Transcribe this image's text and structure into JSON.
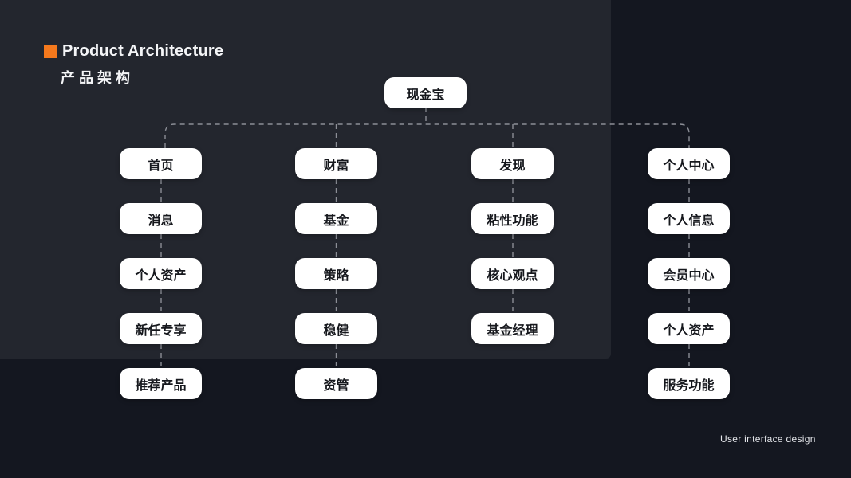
{
  "header": {
    "title_en": "Product Architecture",
    "title_zh": "产品架构"
  },
  "tree": {
    "root": "现金宝",
    "columns": [
      {
        "nodes": [
          "首页",
          "消息",
          "个人资产",
          "新任专享",
          "推荐产品"
        ]
      },
      {
        "nodes": [
          "财富",
          "基金",
          "策略",
          "稳健",
          "资管"
        ]
      },
      {
        "nodes": [
          "发现",
          "粘性功能",
          "核心观点",
          "基金经理"
        ]
      },
      {
        "nodes": [
          "个人中心",
          "个人信息",
          "会员中心",
          "个人资产",
          "服务功能"
        ]
      }
    ]
  },
  "footer": {
    "credit": "User interface design"
  },
  "colors": {
    "background": "#141720",
    "panel": "#23262e",
    "node_fill": "#ffffff",
    "node_text": "#16181d",
    "connector": "#8b8e96",
    "accent": "#f5791d"
  }
}
